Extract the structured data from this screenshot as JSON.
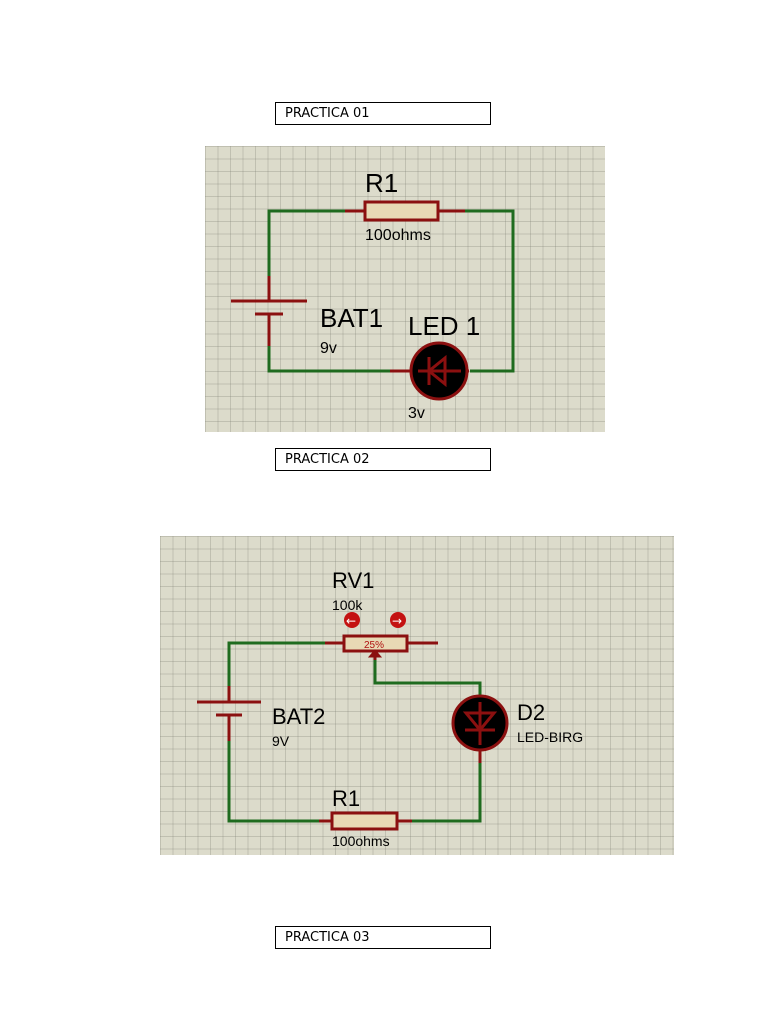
{
  "titles": {
    "practica_01": "PRACTICA 01",
    "practica_02": "PRACTICA 02",
    "practica_03": "PRACTICA 03"
  },
  "circuit1": {
    "resistor": {
      "ref": "R1",
      "value": "100ohms"
    },
    "battery": {
      "ref": "BAT1",
      "value": "9v"
    },
    "led": {
      "ref": "LED 1",
      "value": "3v"
    }
  },
  "circuit2": {
    "pot": {
      "ref": "RV1",
      "value": "100k",
      "percent": "25%"
    },
    "battery": {
      "ref": "BAT2",
      "value": "9V"
    },
    "led": {
      "ref": "D2",
      "value": "LED-BIRG"
    },
    "resistor": {
      "ref": "R1",
      "value": "100ohms"
    }
  },
  "colors": {
    "wire": "#1f6b1f",
    "component": "#8b1010",
    "resistor_fill": "#e8d9b5",
    "led_fill": "#000000",
    "grid_bg": "#dcdbcb"
  }
}
